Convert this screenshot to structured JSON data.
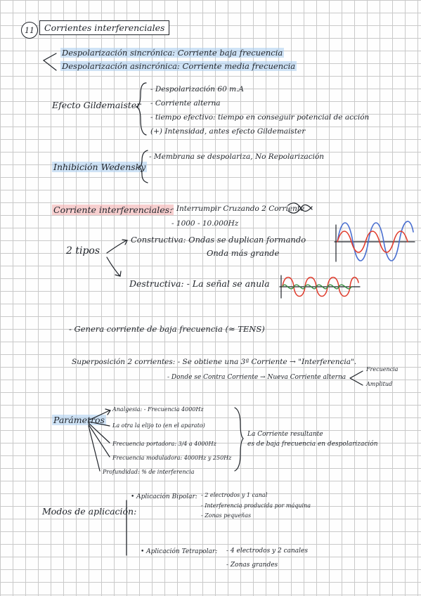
{
  "number": "11",
  "title": "Corrientes interferenciales",
  "desp": {
    "sync": "Despolarización sincrónica: Corriente baja frecuencia",
    "async": "Despolarización asincrónica: Corriente media frecuencia"
  },
  "gildemeister": {
    "label": "Efecto Gildemaister",
    "items": [
      "- Despolarización 60 m.A",
      "- Corriente alterna",
      "- tiempo efectivo: tiempo en conseguir potencial de acción",
      "(+) Intensidad, antes efecto Gildemaister"
    ]
  },
  "wedensky": {
    "label": "Inhibición Wedensky",
    "item": "- Membrana se despolariza, No Repolarización"
  },
  "ci": {
    "label": "Corriente interferenciales:",
    "line1": "- Interrumpir Cruzando 2 Corriente",
    "line2": "- 1000 - 10.000Hz"
  },
  "tipos": {
    "label": "2 tipos",
    "construct": "Constructiva: Ondas se duplican formando",
    "construct2": "Onda más grande",
    "destruct": "Destructiva: - La señal se anula"
  },
  "genera": "- Genera corriente de baja frecuencia (≈ TENS)",
  "superpos": {
    "line1": "Superposición 2 corrientes: - Se obtiene una 3ª Corriente → \"Interferencia\".",
    "line2": "- Donde se Contra Corriente → Nueva Corriente alterna",
    "freq": "Frecuencia",
    "amp": "Amplitud"
  },
  "parametros": {
    "label": "Parámetros",
    "items": [
      "Analgesia: - Frecuencia 4000Hz",
      "La otra la elijo to (en el aparato)",
      "Frecuencia portadora: 3/4 a 4000Hz",
      "Frecuencia moduladora: 4000Hz y 250Hz",
      "Profundidad: % de interferencia"
    ],
    "note1": "La Corriente resultante",
    "note2": "es de baja frecuencia en despolarización"
  },
  "modos": {
    "label": "Modos de aplicación:",
    "bipolar": "• Aplicación Bipolar:",
    "bipolar_items": [
      "- 2 electrodos y 1 canal",
      "- Interferencia producida por máquina",
      "- Zonas pequeñas"
    ],
    "tetra": "• Aplicación Tetrapolar:",
    "tetra_items": [
      "- 4 electrodos y 2 canales",
      "- Zonas grandes"
    ]
  },
  "colors": {
    "ink": "#1f2329",
    "highlight_blue": "#a8ccee",
    "highlight_red": "#f0a8a8",
    "wave_blue": "#4a6fd0",
    "wave_red": "#e03b2c",
    "wave_green": "#2f8a3a"
  }
}
